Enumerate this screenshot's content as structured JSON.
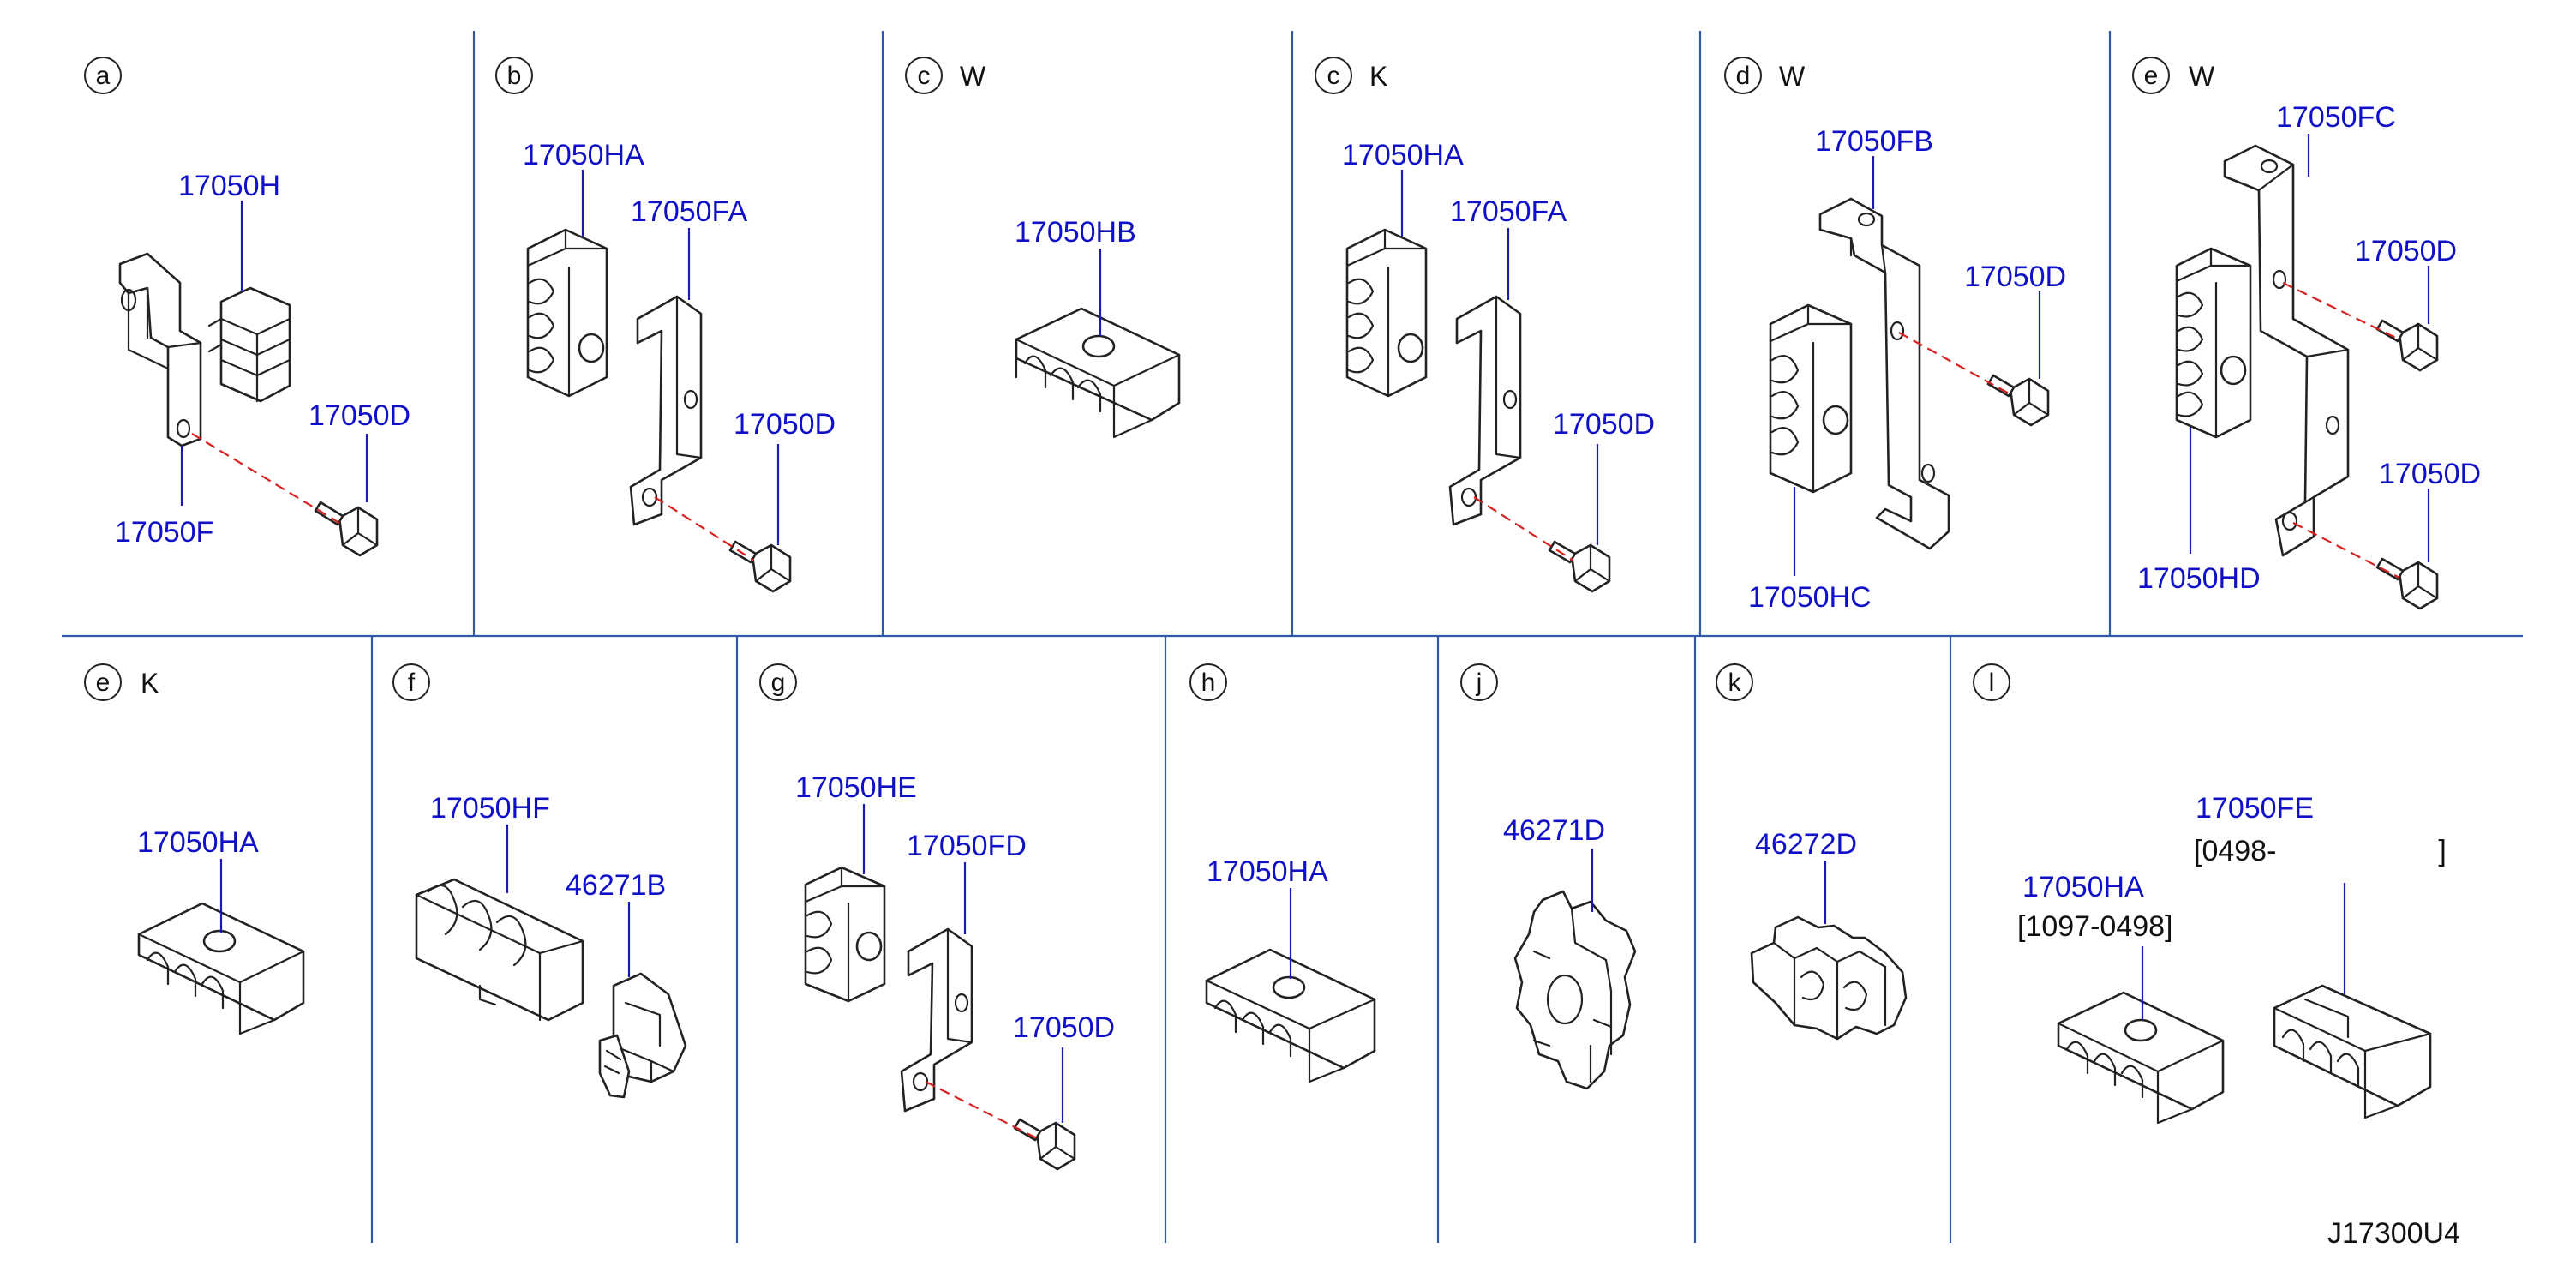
{
  "panels_top": [
    {
      "letter": "a",
      "variant": "",
      "parts": [
        "17050H",
        "17050D",
        "17050F"
      ]
    },
    {
      "letter": "b",
      "variant": "",
      "parts": [
        "17050HA",
        "17050FA",
        "17050D"
      ]
    },
    {
      "letter": "c",
      "variant": "W",
      "parts": [
        "17050HB"
      ]
    },
    {
      "letter": "c",
      "variant": "K",
      "parts": [
        "17050HA",
        "17050FA",
        "17050D"
      ]
    },
    {
      "letter": "d",
      "variant": "W",
      "parts": [
        "17050FB",
        "17050D",
        "17050HC"
      ]
    },
    {
      "letter": "e",
      "variant": "W",
      "parts": [
        "17050FC",
        "17050D",
        "17050D",
        "17050HD"
      ]
    }
  ],
  "panels_bottom": [
    {
      "letter": "e",
      "variant": "K",
      "parts": [
        "17050HA"
      ]
    },
    {
      "letter": "f",
      "variant": "",
      "parts": [
        "17050HF",
        "46271B"
      ]
    },
    {
      "letter": "g",
      "variant": "",
      "parts": [
        "17050HE",
        "17050FD",
        "17050D"
      ]
    },
    {
      "letter": "h",
      "variant": "",
      "parts": [
        "17050HA"
      ]
    },
    {
      "letter": "j",
      "variant": "",
      "parts": [
        "46271D"
      ]
    },
    {
      "letter": "k",
      "variant": "",
      "parts": [
        "46272D"
      ]
    },
    {
      "letter": "l",
      "variant": "",
      "parts": [
        "17050FE",
        "17050HA"
      ],
      "date_ranges": [
        "[0498-                    ]",
        "[1097-0498]"
      ]
    }
  ],
  "diagram_code": "J17300U4",
  "colors": {
    "part_number": "#1010c8",
    "divider": "#2f5aa8",
    "dash": "#d82020",
    "ink": "#222222"
  }
}
